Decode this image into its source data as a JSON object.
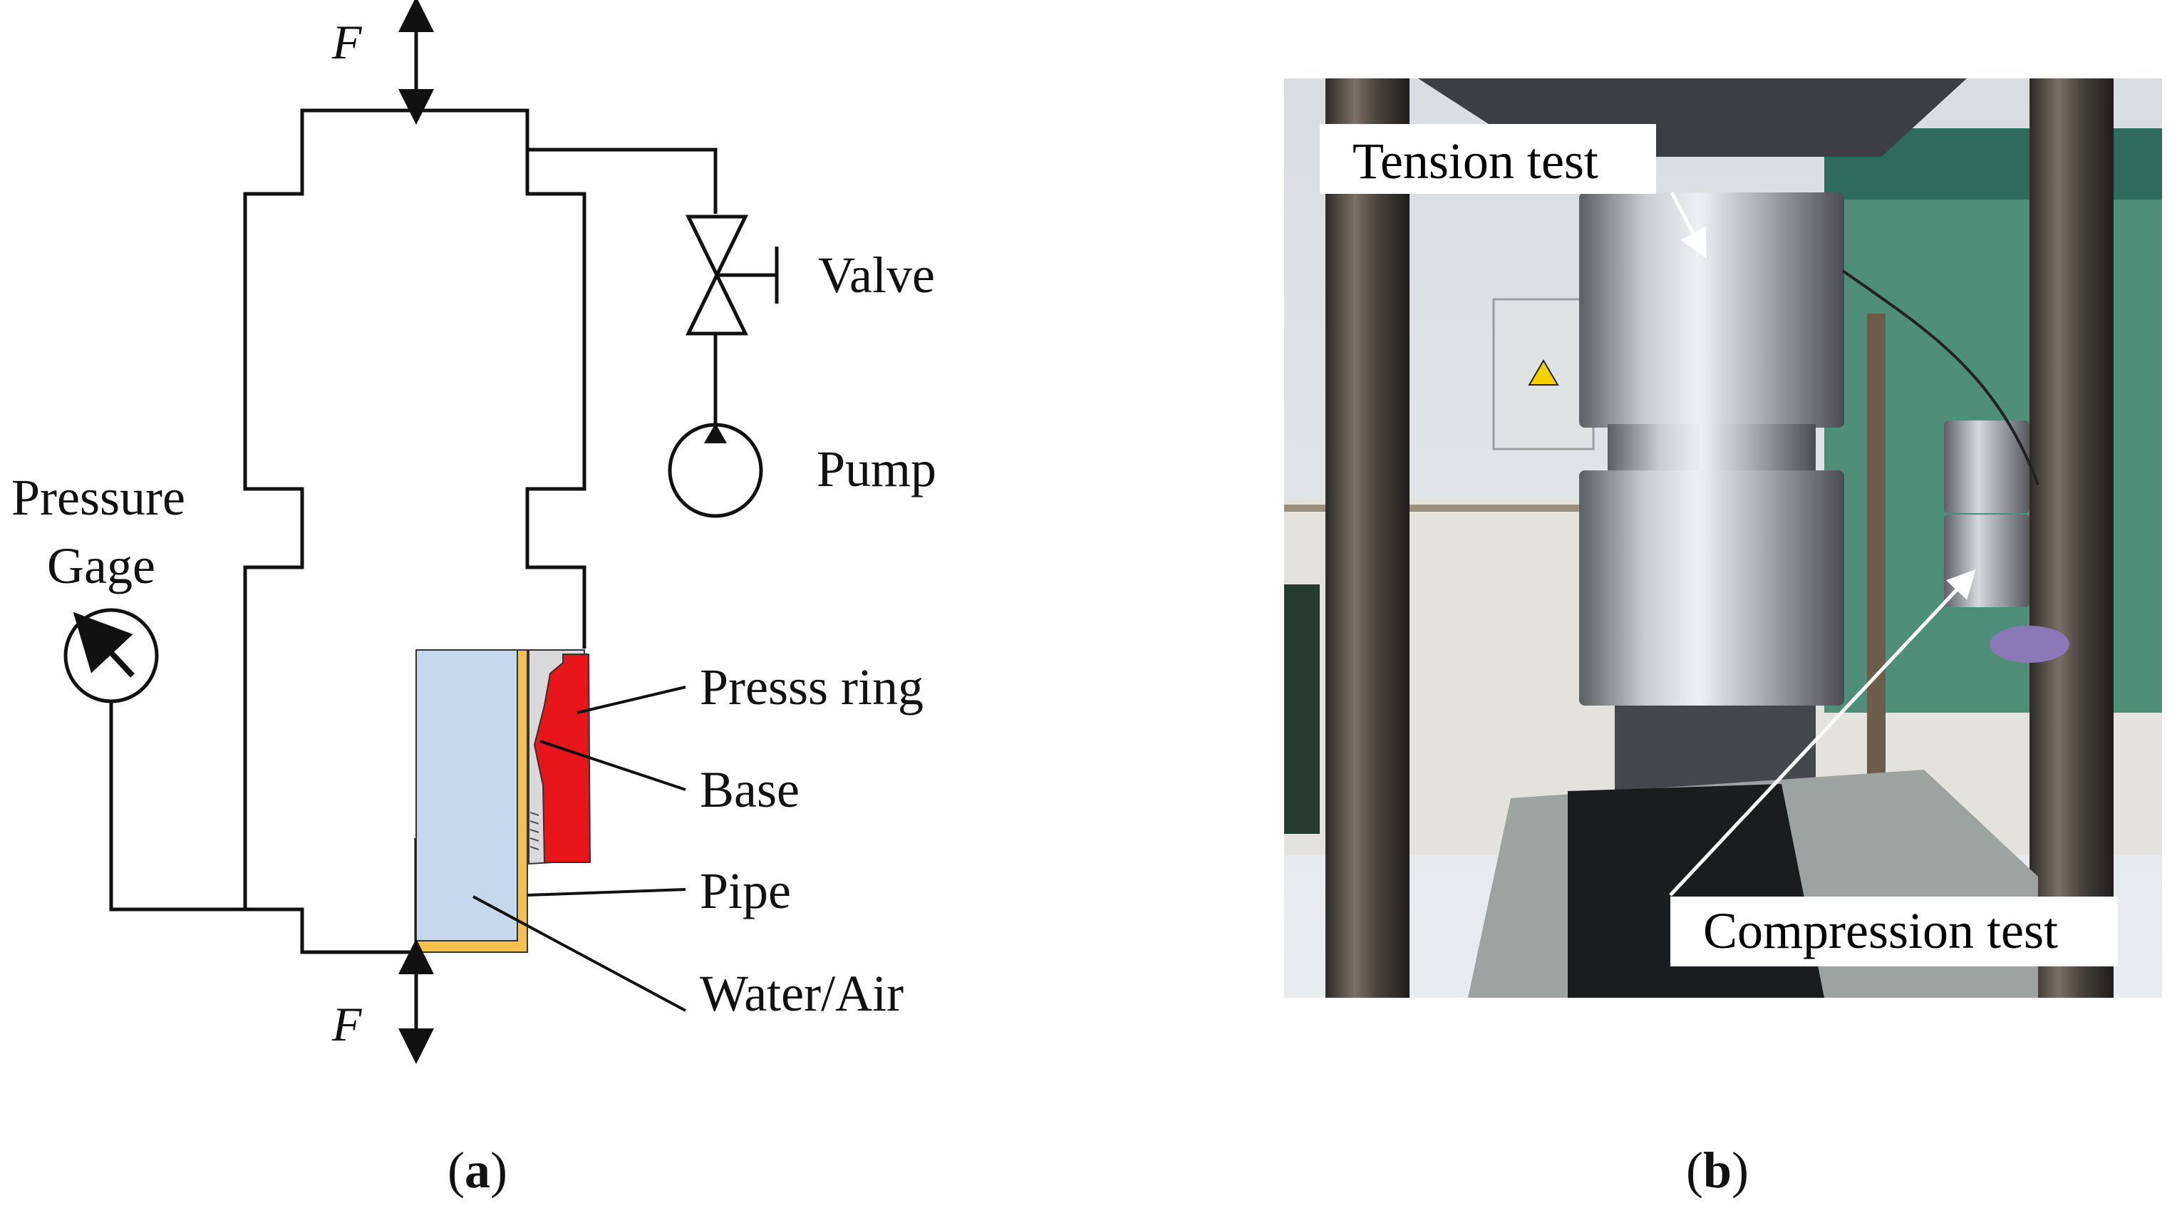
{
  "panel_a": {
    "force_top": "F",
    "force_bottom": "F",
    "valve": "Valve",
    "pump": "Pump",
    "pressure_gage_line1": "Pressure",
    "pressure_gage_line2": "Gage",
    "press_ring": "Presss ring",
    "base": "Base",
    "pipe": "Pipe",
    "water_air": "Water/Air",
    "caption_open": "(",
    "caption_letter": "a",
    "caption_close": ")"
  },
  "panel_b": {
    "tension_test": "Tension test",
    "compression_test": "Compression test",
    "caption_open": "(",
    "caption_letter": "b",
    "caption_close": ")"
  },
  "colors": {
    "water_fill": "#c5d8ee",
    "pipe_fill": "#f2c14e",
    "press_ring_fill": "#e8161b",
    "base_fill": "#d9d9d9",
    "line": "#111111"
  }
}
